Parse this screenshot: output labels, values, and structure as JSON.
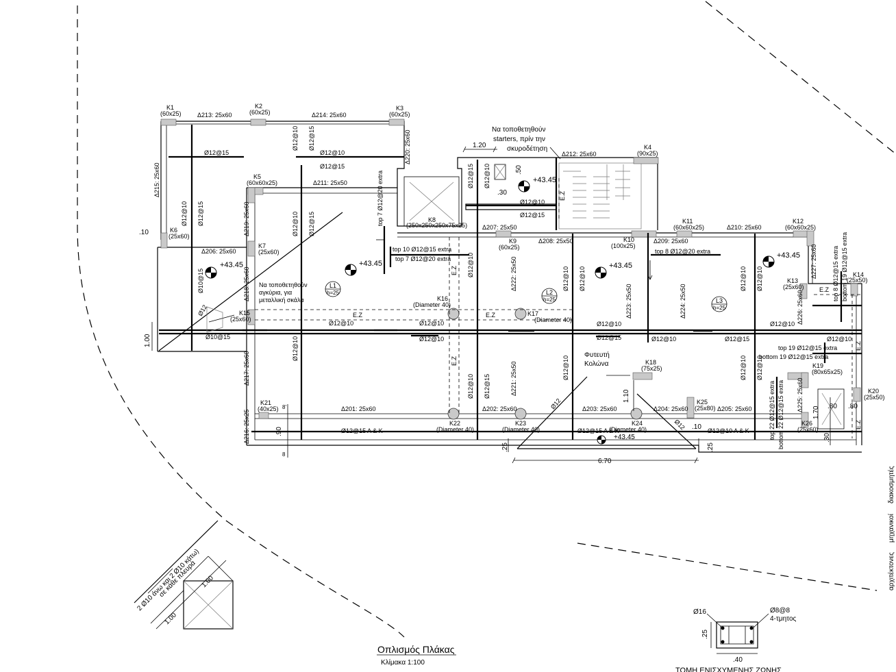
{
  "columns": {
    "K1": "K1",
    "K1_size": "(60x25)",
    "K2": "K2",
    "K2_size": "(60x25)",
    "K3": "K3",
    "K3_size": "(60x25)",
    "K4": "K4",
    "K4_size": "(90x25)",
    "K5": "K5",
    "K5_size": "(60x60x25)",
    "K6": "K6",
    "K6_size": "(25x60)",
    "K7": "K7",
    "K7_size": "(25x60)",
    "K8": "K8",
    "K8_size": "(250x250x250x75x25)",
    "K9": "K9",
    "K9_size": "(60x25)",
    "K10": "K10",
    "K10_size": "(100x25)",
    "K11": "K11",
    "K11_size": "(60x60x25)",
    "K12": "K12",
    "K12_size": "(60x60x25)",
    "K13": "K13",
    "K13_size": "(25x60)",
    "K14": "K14",
    "K14_size": "(25x50)",
    "K15": "K15",
    "K15_size": "(25x60)",
    "K16": "K16",
    "K16_size": "(Diameter 40)",
    "K17": "K17",
    "K17_size": "(Diameter 40)",
    "K18": "K18",
    "K18_size": "(75x25)",
    "K19": "K19",
    "K19_size": "(80x65x25)",
    "K20": "K20",
    "K20_size": "(25x50)",
    "K21": "K21",
    "K21_size": "(40x25)",
    "K22": "K22",
    "K22_size": "(Diameter 40)",
    "K23": "K23",
    "K23_size": "(Diameter 40)",
    "K24": "K24",
    "K24_size": "(Diameter 40)",
    "K25": "K25",
    "K25_size": "(25x80)",
    "K26": "K26",
    "K26_size": "(25x60)"
  },
  "beams": {
    "D201": "Δ201: 25x60",
    "D202": "Δ202: 25x60",
    "D203": "Δ203: 25x60",
    "D204": "Δ204: 25x60",
    "D205": "Δ205: 25x60",
    "D206": "Δ206: 25x60",
    "D207": "Δ207: 25x50",
    "D208": "Δ208: 25x50",
    "D209": "Δ209: 25x60",
    "D210": "Δ210: 25x60",
    "D211": "Δ211: 25x50",
    "D212": "Δ212: 25x60",
    "D213": "Δ213: 25x60",
    "D214": "Δ214: 25x60",
    "D215": "Δ215: 25x60",
    "D216": "Δ216: 25x25",
    "D217": "Δ217: 25x60",
    "D218": "Δ218: 25x60",
    "D219": "Δ219: 25x60",
    "D220": "Δ220: 25x60",
    "D221": "Δ221: 25x50",
    "D222": "Δ222: 25x50",
    "D223": "Δ223: 25x50",
    "D224": "Δ224: 25x50",
    "D225": "Δ225: 25x60",
    "D226": "Δ226: 25x60",
    "D227": "Δ227: 25x60"
  },
  "rebar": {
    "r1215": "Ø12@15",
    "r1210": "Ø12@10",
    "r1015": "Ø10@15",
    "r12": "Ø12",
    "r1215AK": "Ø12@15 A & K",
    "r1210AK": "Ø12@10 A & K",
    "top7": "top 7 Ø12@20 extra",
    "top10": "top 10 Ø12@15 extra",
    "top8": "top 8 Ø12@20 extra",
    "top8v": "top 8 Ø12@15 extra",
    "bottom19v": "bottom 19 Ø12@15 extra",
    "top19": "top 19 Ø12@15 extra",
    "bottom19": "bottom 19 Ø12@15 extra",
    "top22": "top 22 Ø12@15 extra",
    "bottom22": "bottom 22 Ø12@15 extra"
  },
  "slabs": {
    "L1": "L1",
    "L2": "L2",
    "L3": "L3",
    "h25": "h=25"
  },
  "level": "+43.45",
  "EZ": "E.Z",
  "notes": {
    "starters_1": "Να τοποθετηθούν",
    "starters_2": "starters, πρίν την",
    "starters_3": "σκυροδέτηση",
    "anchor_1": "Να τοποθετηθούν",
    "anchor_2": "αγκύρια, για",
    "anchor_3": "μεταλλική σκάλα",
    "plant_1": "Φυτευτή",
    "plant_2": "Κολώνα"
  },
  "dims": {
    "d120": "1.20",
    "d50": ".50",
    "d30": ".30",
    "d10": ".10",
    "d100": "1.00",
    "d110": "1.10",
    "d90": ".90",
    "d25": ".25",
    "d670": "6.70",
    "d170": "1.70",
    "d80": ".80",
    "d40": ".40",
    "d8a": "8'",
    "d8b": "8"
  },
  "detail": {
    "note": "2 Ø10 άνω και 2 Ø10 κάτω)",
    "note2": "σε κάθε πλευρά",
    "dim1": "1.00",
    "dim2": "1.00"
  },
  "section": {
    "bars": "Ø16",
    "stirrups": "Ø8@8",
    "stirrups_type": "4-τμητος",
    "h": ".25",
    "w": ".40",
    "title": "ΤΟΜΗ ΕΝΙΣΧΥΜΕΝΗΣ ΖΩΝΗΣ"
  },
  "title": "Οπλισμός Πλάκας",
  "scale": "Κλίμακα 1:100",
  "side_text": {
    "a": "αρχιτέκτονες",
    "b": "μηχανικοί",
    "c": "διακοσμητές"
  }
}
